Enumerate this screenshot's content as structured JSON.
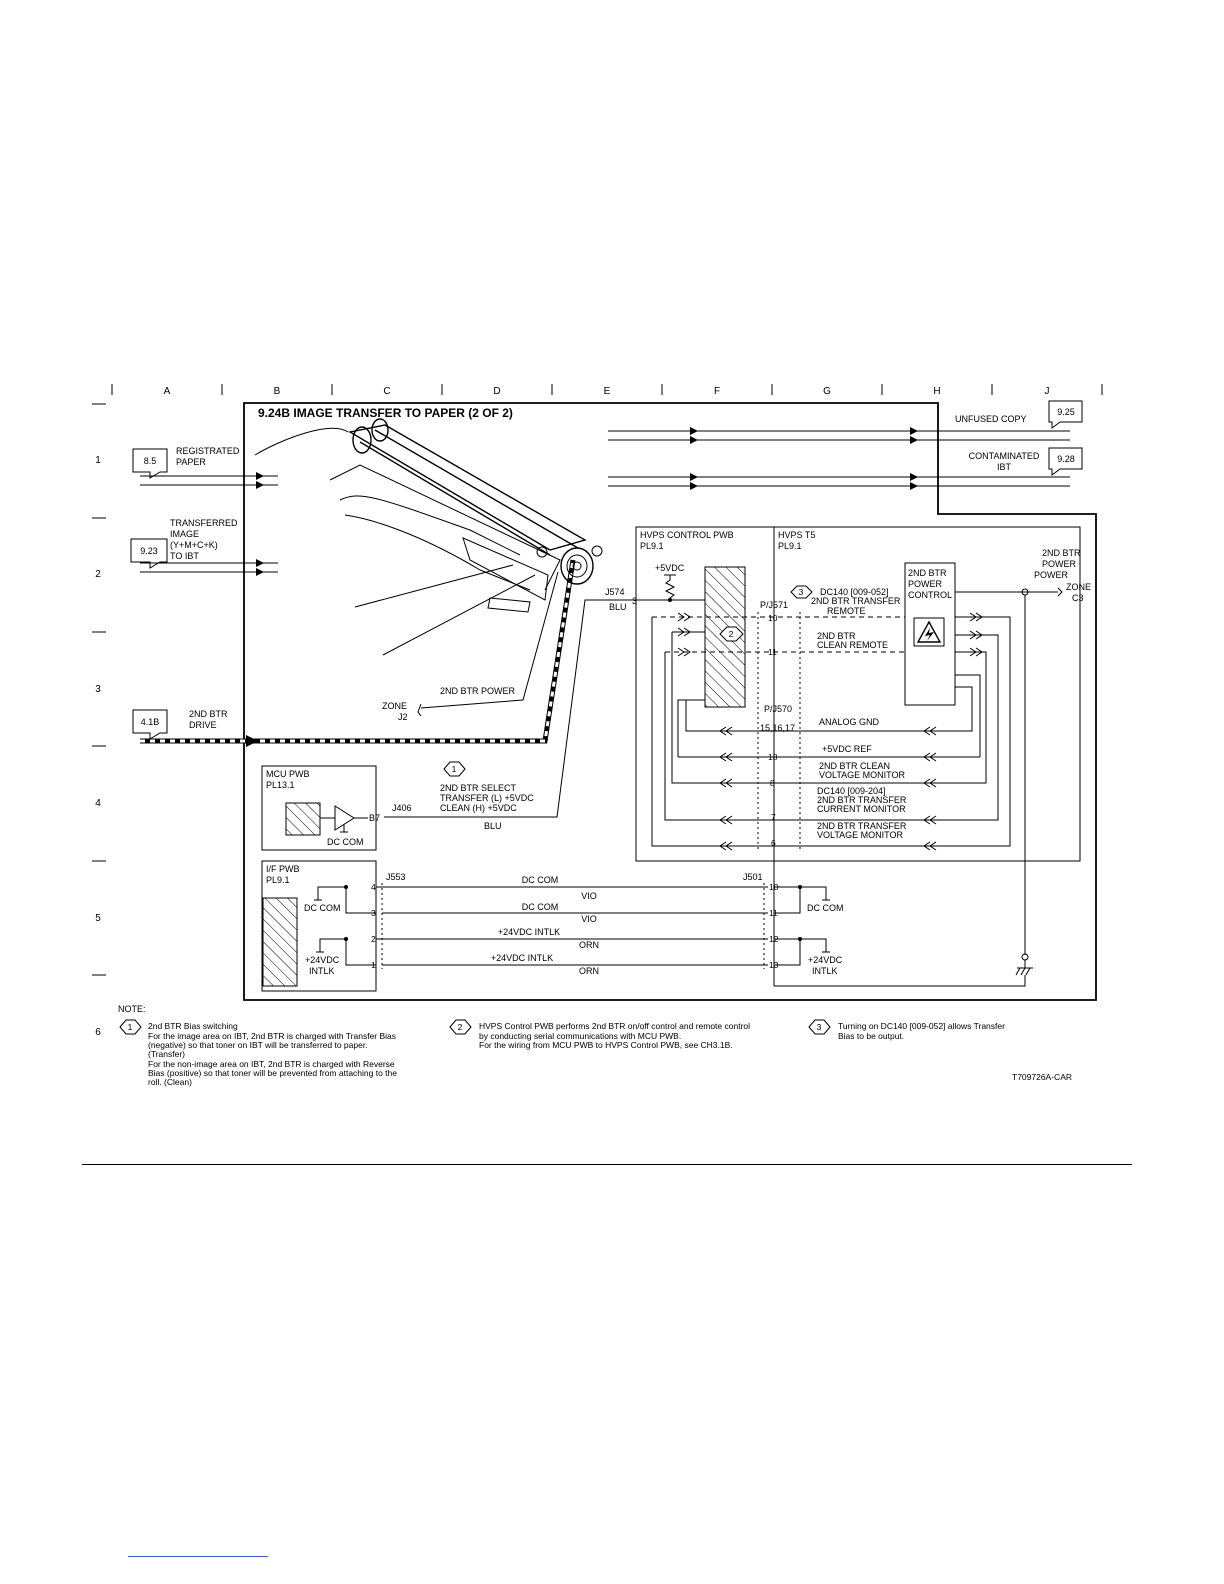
{
  "diagram": {
    "title": "9.24B IMAGE TRANSFER TO PAPER (2 OF 2)",
    "drawing_id": "T709726A-CAR",
    "grid_columns": [
      "A",
      "B",
      "C",
      "D",
      "E",
      "F",
      "G",
      "H",
      "J"
    ],
    "grid_rows": [
      "1",
      "2",
      "3",
      "4",
      "5",
      "6"
    ],
    "refs": {
      "ref_85": "8.5",
      "ref_923": "9.23",
      "ref_41b": "4.1B",
      "ref_925": "9.25",
      "ref_928": "9.28"
    },
    "labels": {
      "registrated": [
        "REGISTRATED",
        "PAPER"
      ],
      "transferred": [
        "TRANSFERRED",
        "IMAGE",
        "(Y+M+C+K)",
        "TO IBT"
      ],
      "drive": [
        "2ND BTR",
        "DRIVE"
      ],
      "unfused": "UNFUSED COPY",
      "contaminated": [
        "CONTAMINATED",
        "IBT"
      ],
      "btr_power_zone": [
        "2ND BTR",
        "POWER"
      ],
      "zone_c3": [
        "ZONE",
        "C3"
      ],
      "btr_power_label": "2ND BTR POWER",
      "zone_j2": [
        "ZONE",
        "J2"
      ],
      "hvps_ctrl": [
        "HVPS CONTROL PWB",
        "PL9.1"
      ],
      "hvps_t5": [
        "HVPS T5",
        "PL9.1"
      ],
      "plus5vdc": "+5VDC",
      "j574": "J574",
      "blu": "BLU",
      "pin3": "3",
      "pj571": "P/J571",
      "power_ctrl": [
        "2ND BTR",
        "POWER",
        "CONTROL"
      ],
      "dc140_052": "DC140 [009-052]",
      "transfer_remote": [
        "2ND BTR TRANSFER",
        "REMOTE"
      ],
      "clean_remote": [
        "2ND BTR",
        "CLEAN REMOTE"
      ],
      "pj570": "P/J570",
      "pins_151617": "15,16,17",
      "analog_gnd": "ANALOG GND",
      "ref5v": "+5VDC REF",
      "clean_vmon": [
        "2ND BTR CLEAN",
        "VOLTAGE MONITOR"
      ],
      "dc140_204": "DC140 [009-204]",
      "transfer_imon": [
        "2ND BTR TRANSFER",
        "CURRENT MONITOR"
      ],
      "transfer_vmon": [
        "2ND BTR TRANSFER",
        "VOLTAGE MONITOR"
      ],
      "pins_hv": [
        "10",
        "11",
        "18",
        "8",
        "7",
        "6"
      ],
      "mcu_pwb": [
        "MCU PWB",
        "PL13.1"
      ],
      "dc_com": "DC COM",
      "b7": "B7",
      "j406": "J406",
      "select": [
        "2ND BTR SELECT",
        "TRANSFER (L) +5VDC",
        "CLEAN (H) +5VDC"
      ],
      "if_pwb": [
        "I/F PWB",
        "PL9.1"
      ],
      "j553": "J553",
      "j501": "J501",
      "if_pins_left": [
        "4",
        "3",
        "2",
        "1"
      ],
      "if_pins_right": [
        "10",
        "11",
        "12",
        "13"
      ],
      "vio": "VIO",
      "orn": "ORN",
      "intlk": "+24VDC INTLK",
      "intlk_stack": [
        "+24VDC",
        "INTLK"
      ]
    },
    "notes": {
      "heading": "NOTE:",
      "note1": [
        "2nd BTR Bias switching",
        "For the image area on IBT, 2nd BTR is charged with Transfer Bias",
        "(negative) so that toner on IBT will be transferred to paper.",
        "(Transfer)",
        "For the non-image area on IBT, 2nd BTR is charged with Reverse",
        "Bias (positive) so that toner will be prevented from attaching to the",
        "roll.  (Clean)"
      ],
      "note2": [
        "HVPS Control PWB performs 2nd BTR on/off control and remote control",
        "by conducting serial communications with MCU PWB.",
        "For the wiring from MCU PWB to HVPS Control PWB, see CH3.1B."
      ],
      "note3": [
        "Turning on DC140 [009-052] allows Transfer",
        "Bias to be output."
      ],
      "markers": [
        "1",
        "2",
        "3"
      ]
    }
  }
}
